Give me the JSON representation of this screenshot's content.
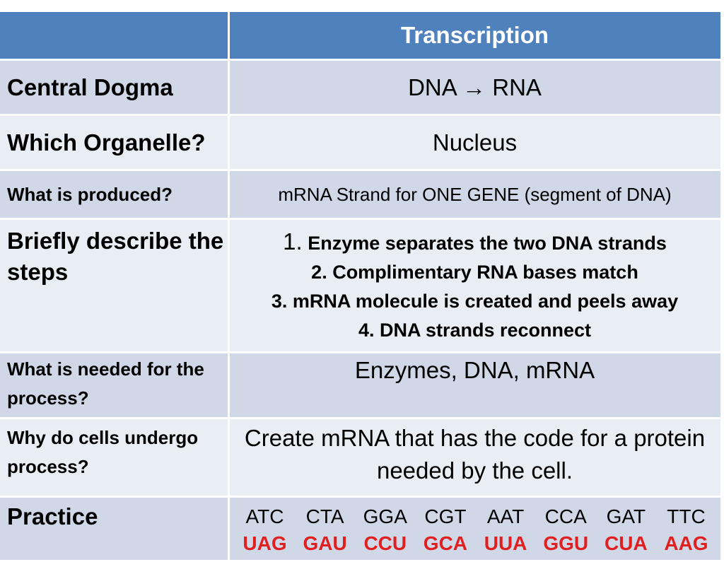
{
  "header": {
    "corner": "",
    "title": "Transcription"
  },
  "rows": [
    {
      "label": "Central Dogma",
      "value": "DNA → RNA"
    },
    {
      "label": "Which Organelle?",
      "value": "Nucleus"
    },
    {
      "label": "What is produced?",
      "value": "mRNA Strand for ONE GENE (segment of DNA)"
    },
    {
      "label": "Briefly describe the steps",
      "steps": [
        "1.",
        "Enzyme separates the two DNA strands",
        "2. Complimentary RNA bases match",
        "3. mRNA molecule is created and peels away",
        "4. DNA strands reconnect"
      ]
    },
    {
      "label": "What is needed for the process?",
      "value": "Enzymes, DNA, mRNA"
    },
    {
      "label": "Why do cells undergo process?",
      "value": "Create mRNA that has the code for a protein needed by the cell."
    },
    {
      "label": "Practice",
      "dna": [
        "ATC",
        "CTA",
        "GGA",
        "CGT",
        "AAT",
        "CCA",
        "GAT",
        "TTC"
      ],
      "rna": [
        "UAG",
        "GAU",
        "CCU",
        "GCA",
        "UUA",
        "GGU",
        "CUA",
        "AAG"
      ]
    }
  ],
  "colors": {
    "header": "#4f81bd",
    "row_dark": "#d0d8e8",
    "row_light": "#e9edf4",
    "rna_text": "#e02020"
  }
}
